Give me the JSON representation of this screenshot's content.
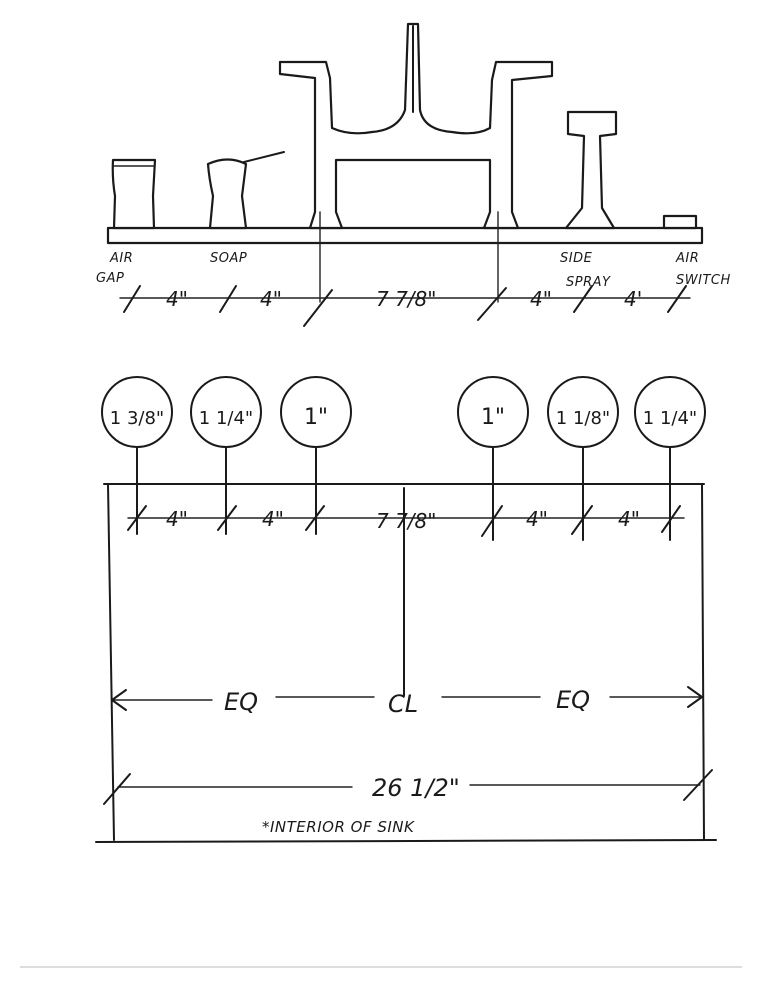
{
  "elevation": {
    "labels": {
      "air_gap": [
        "AIR",
        "GAP"
      ],
      "soap": "SOAP",
      "side_spray": [
        "SIDE",
        "SPRAY"
      ],
      "air_switch": [
        "AIR",
        "SWITCH"
      ]
    },
    "spacings": [
      "4\"",
      "4\"",
      "7 7/8\"",
      "4\"",
      "4'"
    ]
  },
  "plan": {
    "holes": [
      "1 3/8\"",
      "1 1/4\"",
      "1\"",
      "1\"",
      "1 1/8\"",
      "1 1/4\""
    ],
    "spacings": [
      "4\"",
      "4\"",
      "7 7/8\"",
      "4\"",
      "4\""
    ],
    "eq_left": "EQ",
    "eq_right": "EQ",
    "centerline": "CL",
    "overall_width": "26 1/2\"",
    "note": "*INTERIOR OF SINK"
  },
  "colors": {
    "ink": "#1a1a1a",
    "paper": "#ffffff"
  }
}
